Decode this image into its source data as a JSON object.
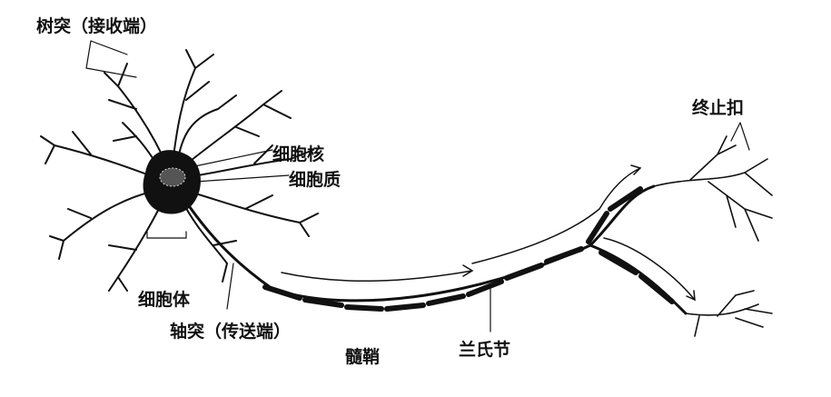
{
  "diagram": {
    "labels": {
      "dendrite": "树突（接收端）",
      "nucleus": "细胞核",
      "cytoplasm": "细胞质",
      "cell_body": "细胞体",
      "axon": "轴突（传送端）",
      "myelin": "髓鞘",
      "node_of_ranvier": "兰氏节",
      "terminal": "终止扣"
    },
    "colors": {
      "ink": "#111111",
      "background": "#ffffff"
    }
  }
}
